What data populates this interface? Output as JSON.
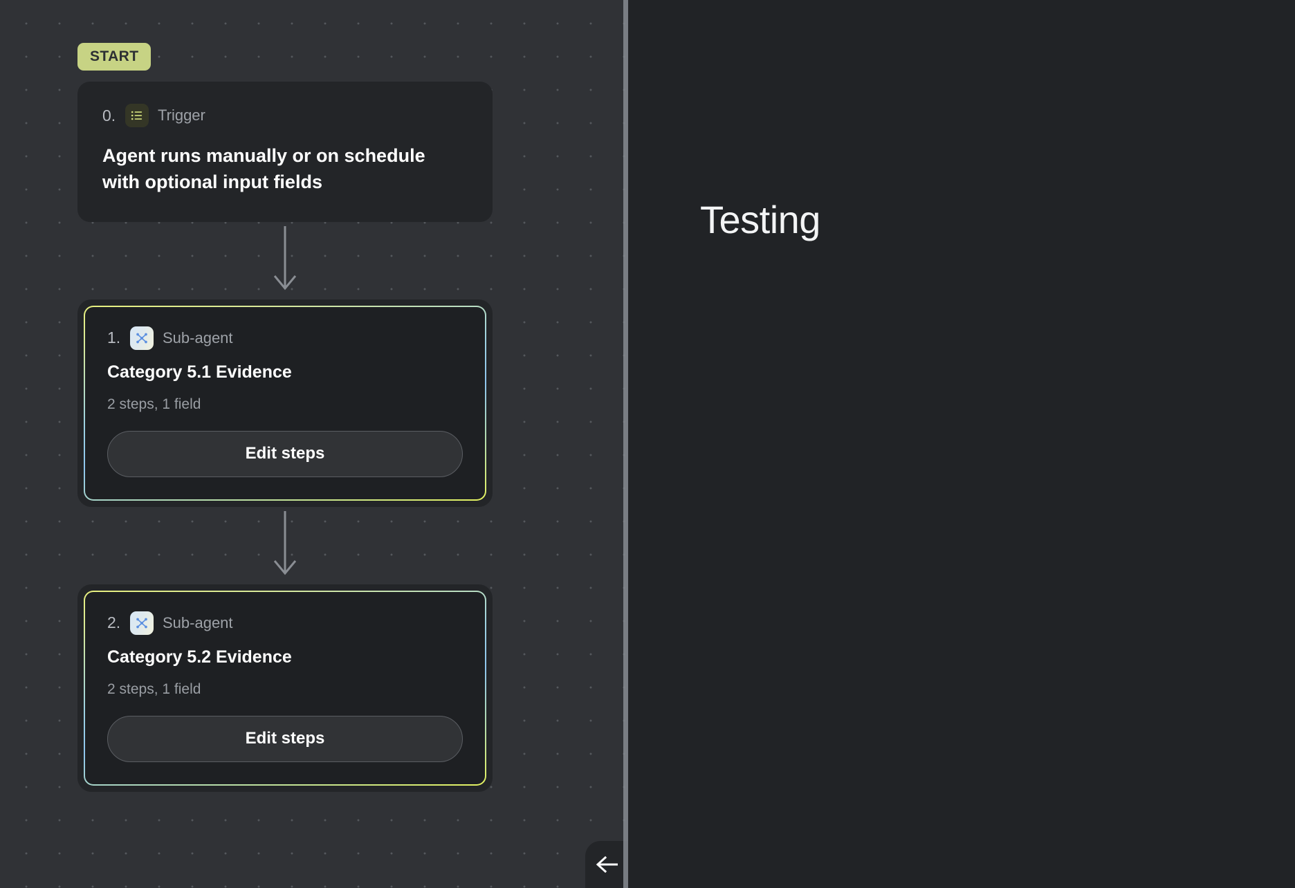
{
  "canvas": {
    "start_badge": "START",
    "nodes": [
      {
        "index": "0.",
        "kind": "Trigger",
        "icon": "list-icon",
        "description": "Agent runs manually or on schedule with optional input fields"
      },
      {
        "index": "1.",
        "kind": "Sub-agent",
        "icon": "network-nodes-icon",
        "title": "Category 5.1 Evidence",
        "meta": "2 steps, 1 field",
        "edit_label": "Edit steps"
      },
      {
        "index": "2.",
        "kind": "Sub-agent",
        "icon": "network-nodes-icon",
        "title": "Category 5.2 Evidence",
        "meta": "2 steps, 1 field",
        "edit_label": "Edit steps"
      }
    ],
    "back_button_icon": "arrow-left-icon"
  },
  "right_pane": {
    "title": "Testing"
  },
  "colors": {
    "canvas_bg": "#303236",
    "right_pane_bg": "#212326",
    "card_bg": "#232528",
    "subagent_inner_bg": "#1e2023",
    "start_badge_bg": "#c7d384",
    "start_badge_text": "#2c2f33",
    "accent_gradient_blue": "#8fc6ef",
    "accent_gradient_lime": "#e4f25f",
    "trigger_icon_bg": "#343626",
    "trigger_icon_fg": "#d4e17f",
    "subagent_icon_fg": "#5b8fe0",
    "muted_text": "#9ea2a8",
    "primary_text": "#ffffff",
    "connector_arrow": "#8a8e94",
    "divider": "#868b91"
  }
}
